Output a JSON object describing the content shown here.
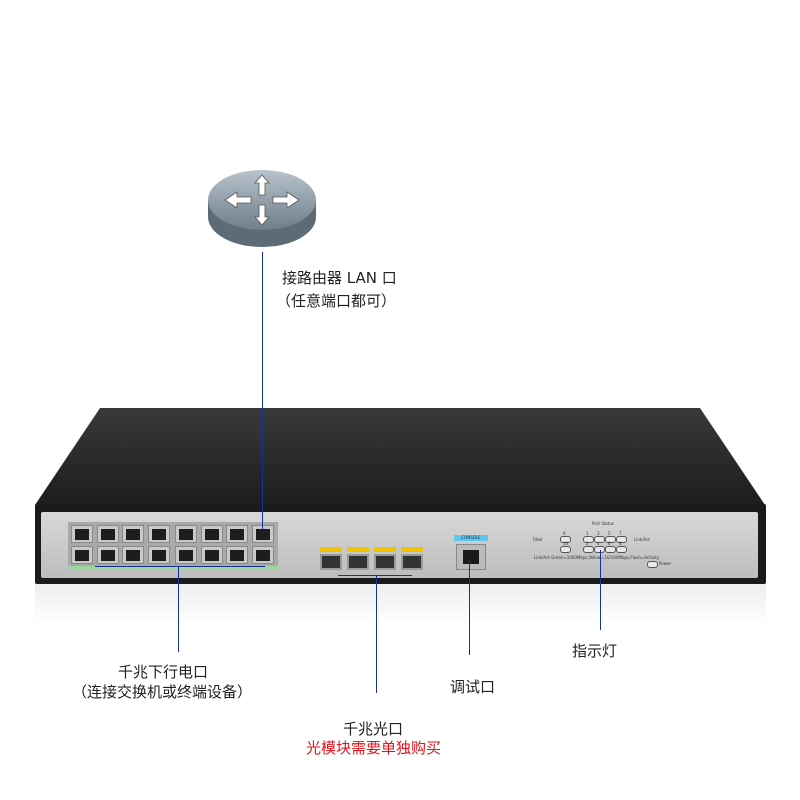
{
  "router_label": {
    "line1": "接路由器 LAN 口",
    "line2": "（任意端口都可）"
  },
  "rj45_label": {
    "line1": "千兆下行电口",
    "line2": "（连接交换机或终端设备）"
  },
  "sfp_label": {
    "line1": "千兆光口",
    "note": "光模块需要单独购买"
  },
  "console_label": "调试口",
  "indicator_label": "指示灯",
  "panel": {
    "console_tag": "CONSOLE",
    "fiber": "Fiber",
    "port_status": "Port Status",
    "link_act": "Link/Act",
    "legend": "Link/Act Green=1000Mbps,Yellow=10/100Mbps,Flash=Activity",
    "power": "Power",
    "fiber_leds": [
      "9",
      "10"
    ],
    "status_top": [
      "1",
      "3",
      "5",
      "7"
    ],
    "status_bottom": [
      "2",
      "4",
      "6",
      "8"
    ]
  },
  "colors": {
    "line": "#1b2f9a",
    "note": "#e3141b",
    "console_tag": "#5ec8f0",
    "sfp_tab": "#f2c200"
  }
}
